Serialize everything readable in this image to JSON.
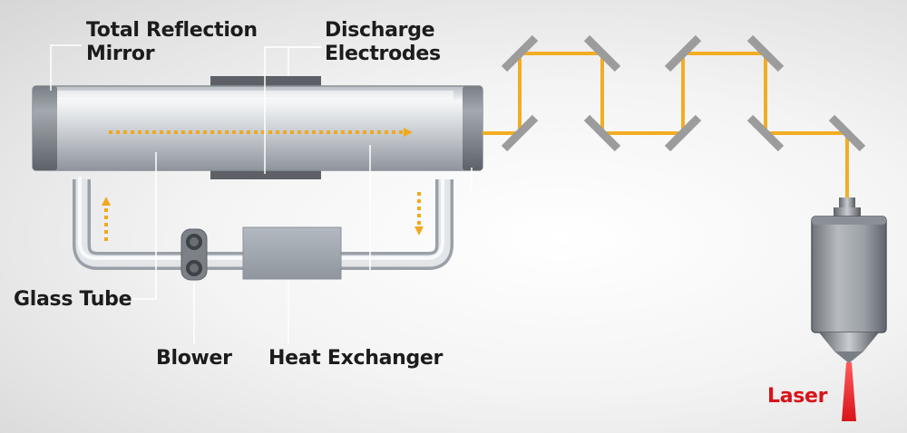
{
  "labels": {
    "total_reflection_mirror": [
      "Total Reflection",
      "Mirror"
    ],
    "discharge_electrodes": [
      "Discharge",
      "Electrodes"
    ],
    "glass_tube": "Glass Tube",
    "blower": "Blower",
    "heat_exchanger": "Heat Exchanger",
    "laser": "Laser"
  },
  "colors": {
    "beam": "#f2ad22",
    "gas_flow_arrows": "#f2a81c",
    "laser_output": "#d7141a",
    "mirror": "#9a9a9a",
    "label_text": "#1c1c1c"
  }
}
